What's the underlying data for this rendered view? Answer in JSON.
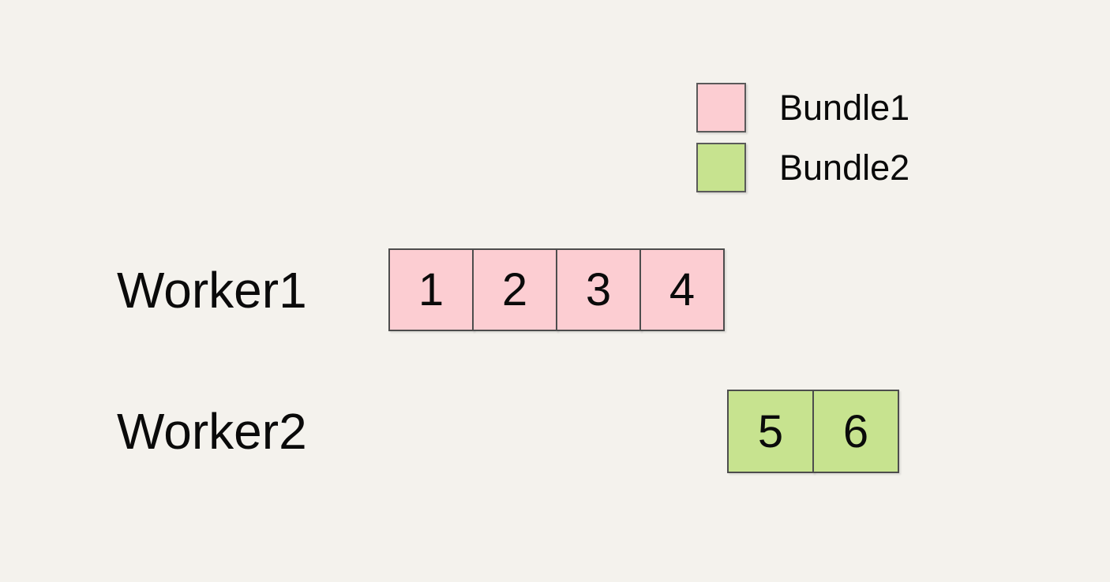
{
  "canvas": {
    "background_color": "#f4f2ed",
    "text_color": "#0a0a0a",
    "border_color": "#4d4d4d"
  },
  "legend": {
    "items": [
      {
        "label": "Bundle1",
        "color": "#fccdd2"
      },
      {
        "label": "Bundle2",
        "color": "#c7e38f"
      }
    ]
  },
  "workers": [
    {
      "label": "Worker1",
      "bundle": "Bundle1",
      "color": "#fccdd2",
      "tasks": [
        "1",
        "2",
        "3",
        "4"
      ]
    },
    {
      "label": "Worker2",
      "bundle": "Bundle2",
      "color": "#c7e38f",
      "tasks": [
        "5",
        "6"
      ]
    }
  ]
}
